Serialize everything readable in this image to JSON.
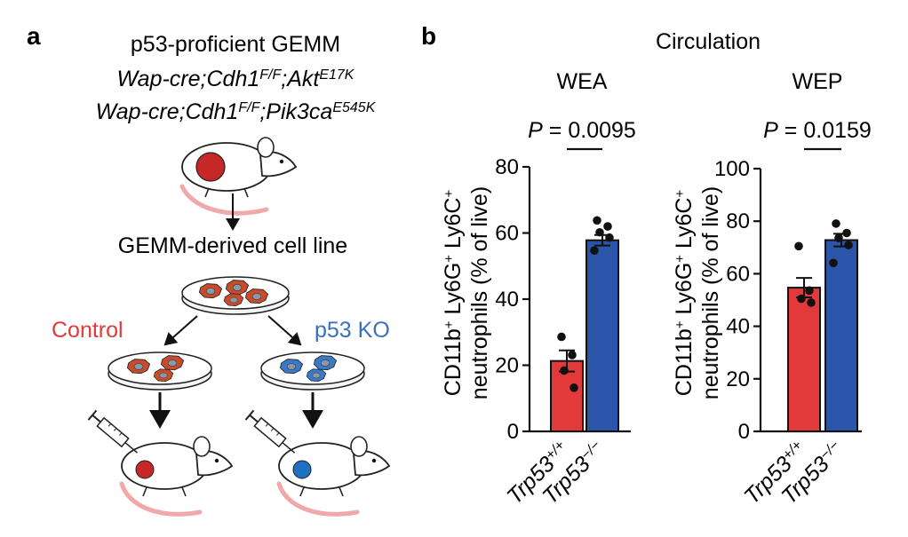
{
  "panel_a": {
    "letter": "a",
    "title": "p53-proficient GEMM",
    "genotype_lines": [
      [
        {
          "t": "Wap-cre;Cdh1"
        },
        {
          "t": "F/F",
          "sup": true
        },
        {
          "t": ";Akt"
        },
        {
          "t": "E17K",
          "sup": true
        }
      ],
      [
        {
          "t": "Wap-cre;Cdh1"
        },
        {
          "t": "F/F",
          "sup": true
        },
        {
          "t": ";Pik3ca"
        },
        {
          "t": "E545K",
          "sup": true
        }
      ]
    ],
    "cell_line_label": "GEMM-derived cell line",
    "control_label": "Control",
    "ko_label": "p53 KO",
    "colors": {
      "control": "#e23a3a",
      "ko": "#3a6fbe"
    }
  },
  "panel_b": {
    "letter": "b",
    "header": "Circulation",
    "y_axis_label_parts": [
      {
        "t": "CD11b"
      },
      {
        "t": "+",
        "sup": true
      },
      {
        "t": " Ly6G"
      },
      {
        "t": "+",
        "sup": true
      },
      {
        "t": " Ly6C"
      },
      {
        "t": "+",
        "sup": true
      }
    ],
    "y_axis_label_line2": "neutrophils (% of live)",
    "category_labels": [
      [
        {
          "t": "Trp53"
        },
        {
          "t": "+/+",
          "sup": true
        }
      ],
      [
        {
          "t": "Trp53"
        },
        {
          "t": "−/−",
          "sup": true
        }
      ]
    ]
  },
  "chart_data": [
    {
      "type": "bar",
      "title": "WEA",
      "p_label": "P",
      "p_value": "= 0.0095",
      "categories": [
        "Trp53+/+",
        "Trp53−/−"
      ],
      "values": [
        21.3,
        57.8
      ],
      "errors": [
        3.2,
        1.6
      ],
      "points": [
        [
          28.6,
          23.1,
          18.4,
          13.2
        ],
        [
          63.8,
          62.0,
          60.2,
          58.6,
          54.7
        ]
      ],
      "colors": [
        "#e23a3a",
        "#2a55a8"
      ],
      "ylim": [
        0,
        80
      ],
      "yticks": [
        0,
        20,
        40,
        60,
        80
      ]
    },
    {
      "type": "bar",
      "title": "WEP",
      "p_label": "P",
      "p_value": "= 0.0159",
      "categories": [
        "Trp53+/+",
        "Trp53−/−"
      ],
      "values": [
        54.7,
        72.8
      ],
      "errors": [
        3.7,
        2.4
      ],
      "points": [
        [
          70.5,
          53.6,
          50.5,
          49.0
        ],
        [
          79.1,
          75.5,
          73.6,
          70.9,
          64.1
        ]
      ],
      "colors": [
        "#e23a3a",
        "#2a55a8"
      ],
      "ylim": [
        0,
        100
      ],
      "yticks": [
        0,
        20,
        40,
        60,
        80,
        100
      ]
    }
  ]
}
